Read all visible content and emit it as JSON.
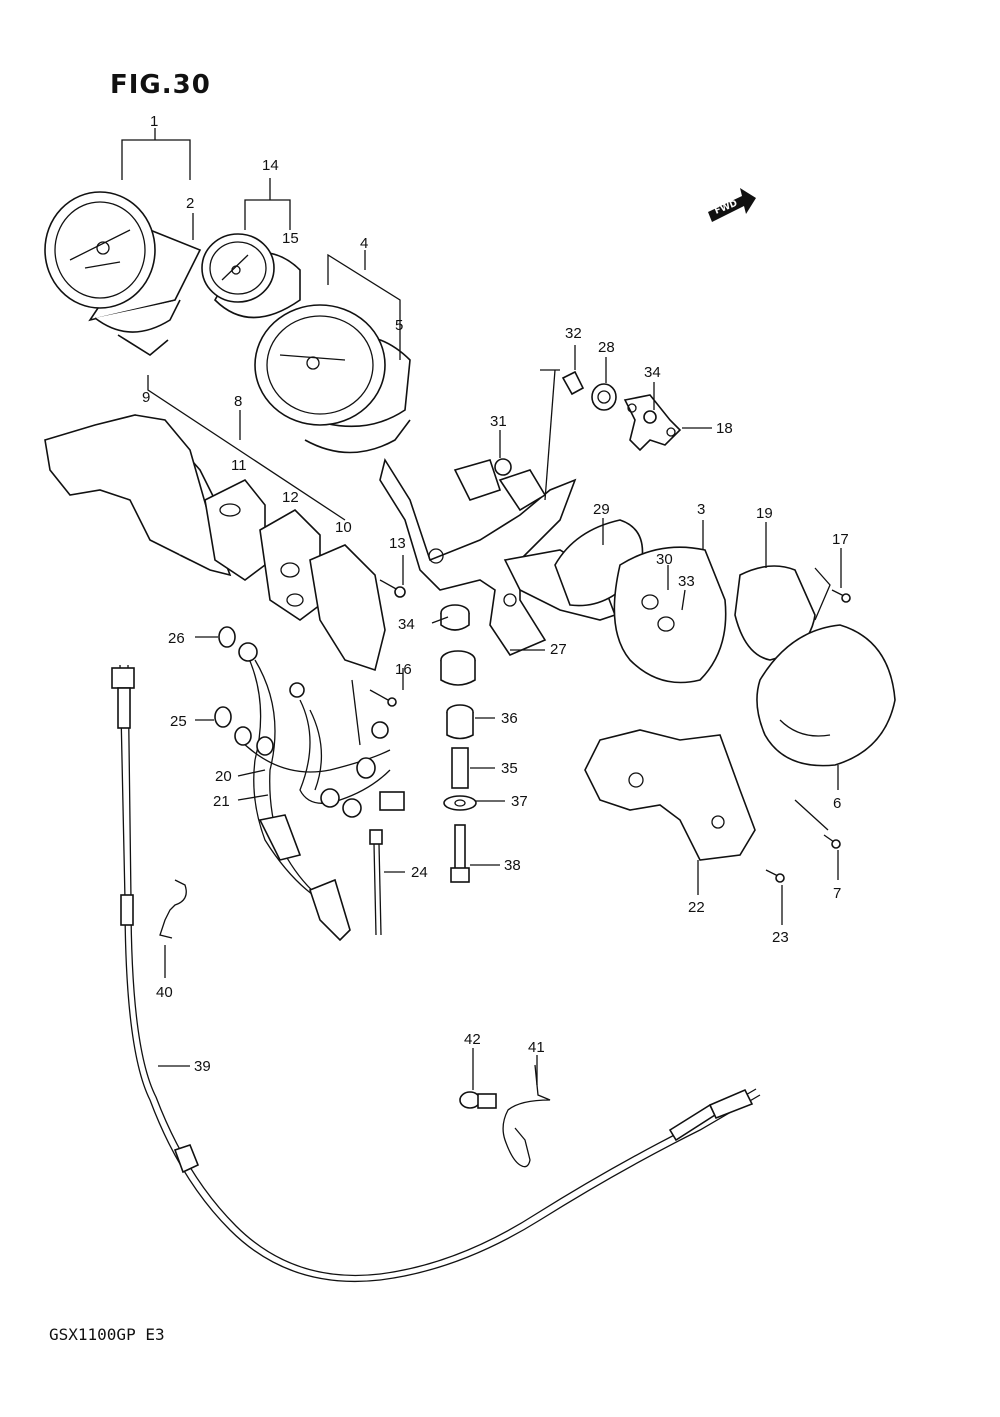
{
  "figure": {
    "title": "FIG.30",
    "model_code": "GSX1100GP  E3",
    "direction_mark": "FWD"
  },
  "callouts": [
    "1",
    "2",
    "3",
    "4",
    "5",
    "6",
    "7",
    "8",
    "9",
    "10",
    "11",
    "12",
    "13",
    "14",
    "15",
    "16",
    "17",
    "18",
    "19",
    "20",
    "21",
    "22",
    "23",
    "24",
    "25",
    "26",
    "27",
    "28",
    "29",
    "30",
    "31",
    "32",
    "33",
    "34",
    "34",
    "35",
    "36",
    "37",
    "38",
    "39",
    "40",
    "41",
    "42"
  ]
}
